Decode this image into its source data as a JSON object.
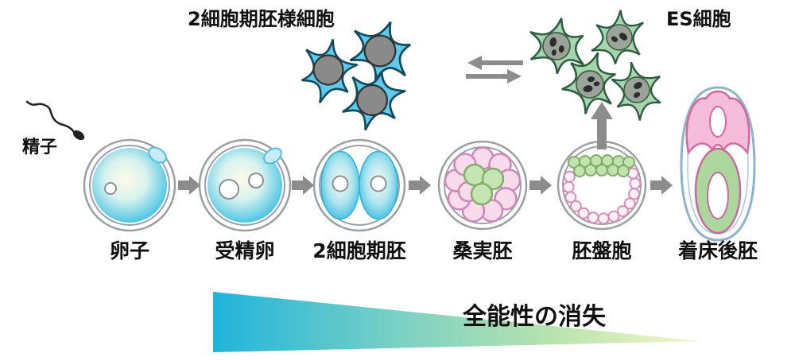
{
  "labels": {
    "two_cell_like_cells": "2細胞期胚様細胞",
    "es_cells": "ES細胞",
    "sperm": "精子",
    "totipotency_loss": "全能性の消失"
  },
  "stages": [
    {
      "id": "egg",
      "label": "卵子"
    },
    {
      "id": "zygote",
      "label": "受精卵"
    },
    {
      "id": "two-cell-embryo",
      "label": "2細胞期胚"
    },
    {
      "id": "morula",
      "label": "桑実胚"
    },
    {
      "id": "blastocyst",
      "label": "胚盤胞"
    },
    {
      "id": "post-implantation-embryo",
      "label": "着床後胚"
    }
  ],
  "colors": {
    "blue_cell": "#5ecaec",
    "green_cell": "#a5d6ad",
    "arrow_gray": "#8c8c8c",
    "egg_cyan": "#3ec1e4",
    "morula_pink": "#f8dceb",
    "morula_green": "#c6e4b4",
    "gradient_left": "#1fb4dc",
    "gradient_right": "#f4f7c8"
  }
}
